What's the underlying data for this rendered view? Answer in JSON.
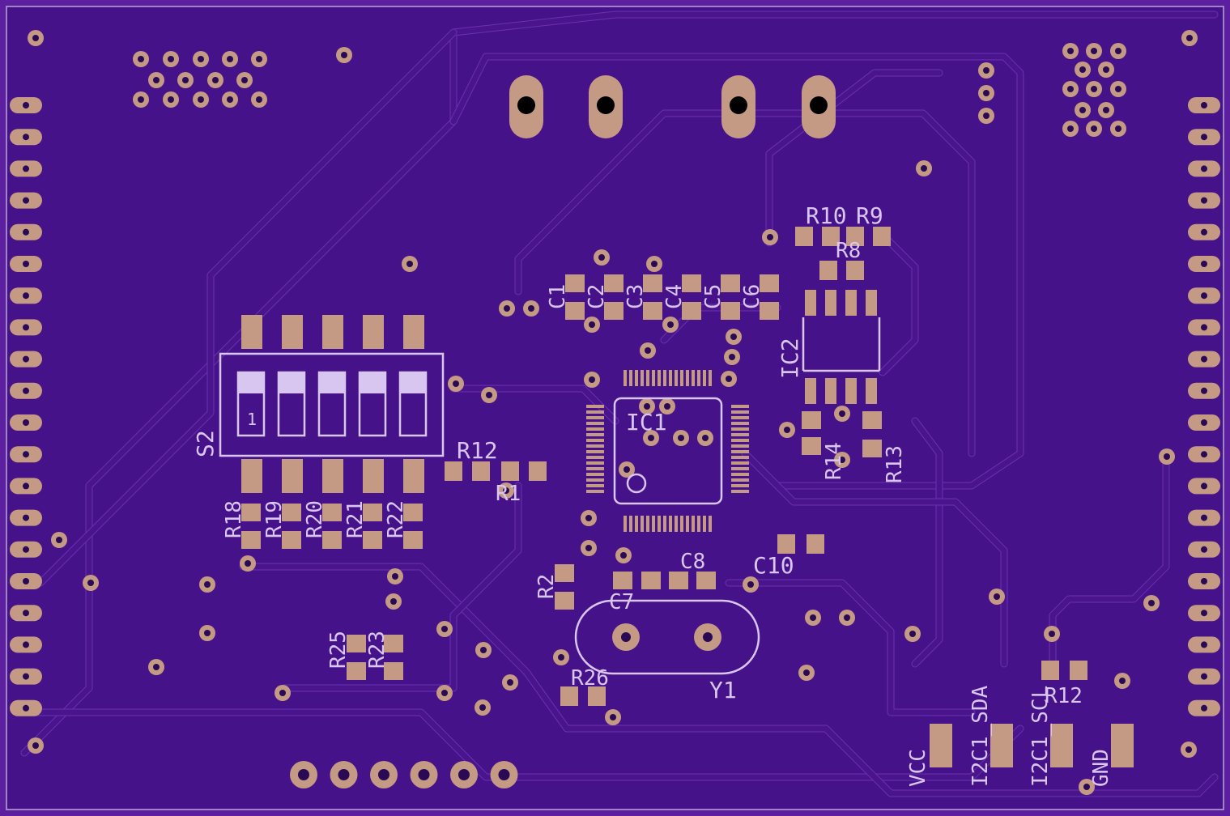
{
  "board": {
    "colors": {
      "substrate": "#5b1fa0",
      "pour": "#46128a",
      "pad": "#c49a84",
      "silkscreen": "#d9c6f0",
      "drill": "#000000"
    },
    "silkscreen_labels": {
      "s2": "S2",
      "s2_pin1": "1",
      "ic1": "IC1",
      "ic2": "IC2",
      "y1": "Y1",
      "c1": "C1",
      "c2": "C2",
      "c3": "C3",
      "c4": "C4",
      "c5": "C5",
      "c6": "C6",
      "c7": "C7",
      "c8": "C8",
      "c10": "C10",
      "r1": "R1",
      "r2": "R2",
      "r8": "R8",
      "r9": "R9",
      "r10": "R10",
      "r12": "R12",
      "r13": "R13",
      "r14": "R14",
      "r18": "R18",
      "r19": "R19",
      "r20": "R20",
      "r21": "R21",
      "r22": "R22",
      "r23": "R23",
      "r25": "R25",
      "r26": "R26",
      "vcc": "VCC",
      "i2c1_sda": "I2C1_SDA",
      "i2c1_scl": "I2C1_SCL",
      "i2c1_scl_pullup": "R12",
      "gnd": "GND"
    }
  }
}
